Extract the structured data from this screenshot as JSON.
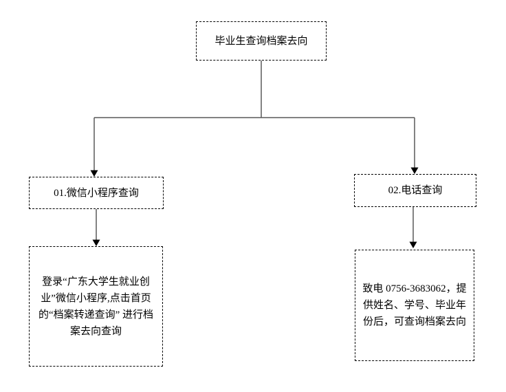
{
  "diagram": {
    "root": {
      "label": "毕业生查询档案去向"
    },
    "branches": [
      {
        "label": "01.微信小程序查询",
        "detail": "登录“广东大学生就业创业”微信小程序,点击首页的“档案转递查询” 进行档案去向查询"
      },
      {
        "label": "02.电话查询",
        "detail": "致电 0756-3683062，提供姓名、学号、毕业年份后，可查询档案去向"
      }
    ],
    "colors": {
      "line": "#595959",
      "arrowhead": "#000000",
      "box_border": "#000000",
      "text": "#000000",
      "background": "#ffffff"
    }
  }
}
